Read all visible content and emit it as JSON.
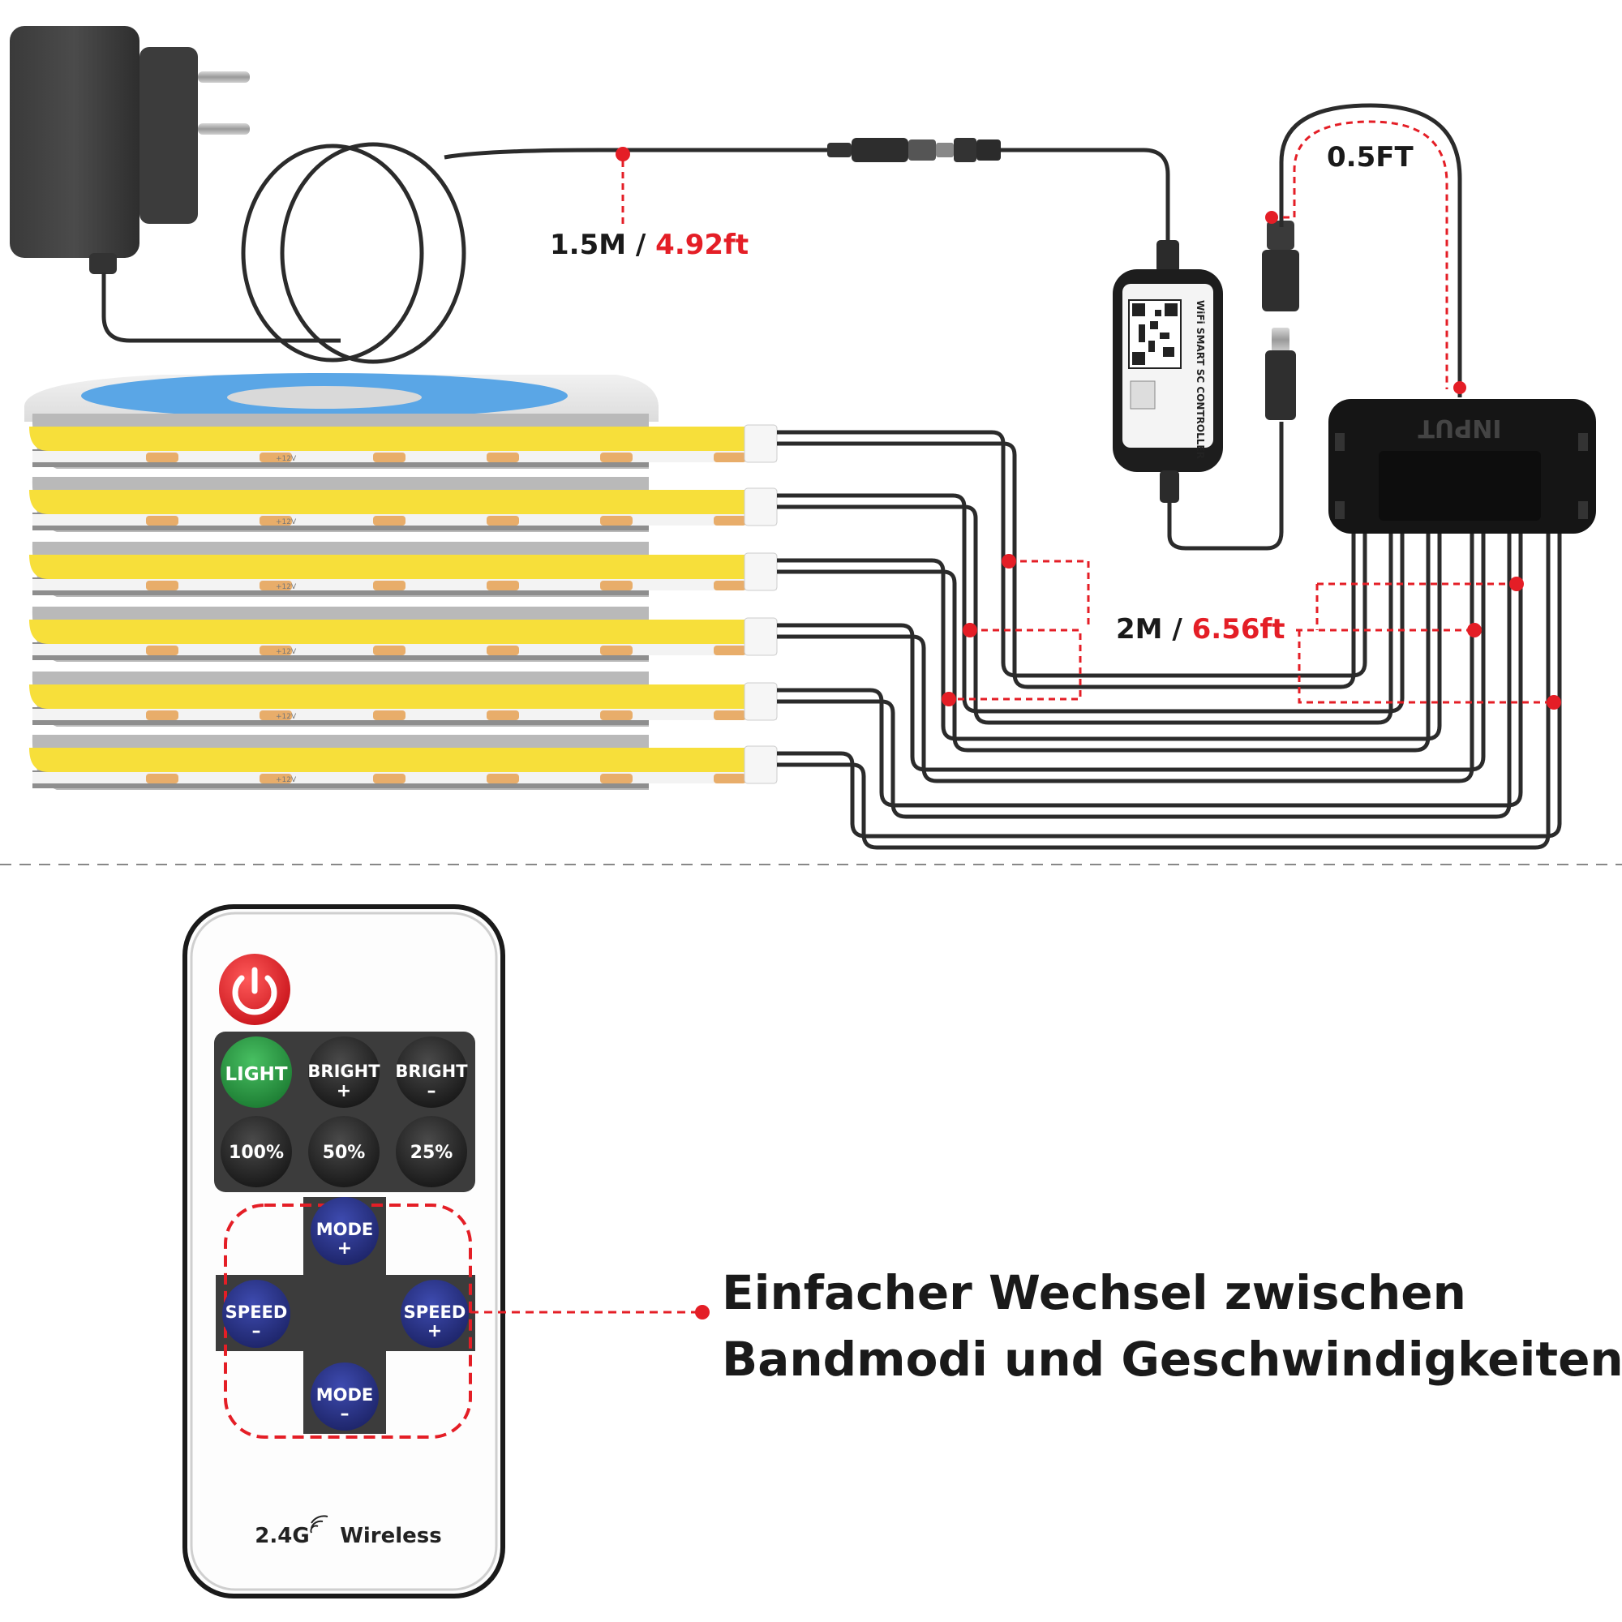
{
  "labels": {
    "cable_top_main": "1.5M / ",
    "cable_top_red": "4.92ft",
    "cable_jumper": "0.5FT",
    "cable_split_main": "2M / ",
    "cable_split_red": "6.56ft",
    "hub_label": "INPUT",
    "controller_label": "WiFi SMART SC CONTROLLER",
    "strip_marking": "+12V"
  },
  "remote": {
    "buttons": {
      "light": "LIGHT",
      "bright_label": "BRIGHT",
      "plus": "+",
      "minus": "–",
      "p100": "100%",
      "p50": "50%",
      "p25": "25%",
      "mode": "MODE",
      "speed": "SPEED"
    },
    "footer": "2.4G",
    "footer_suffix": "Wireless"
  },
  "caption": {
    "line1": "Einfacher Wechsel zwischen",
    "line2": "Bandmodi und Geschwindigkeiten"
  },
  "colors": {
    "accent_red": "#e41e26",
    "cable": "#2b2b2b",
    "strip_yellow": "#f7df3a",
    "led_orange": "#e8ad6a",
    "light_green": "#2c9e45",
    "mode_blue": "#26307d",
    "button_dark": "#2a2a2a"
  }
}
